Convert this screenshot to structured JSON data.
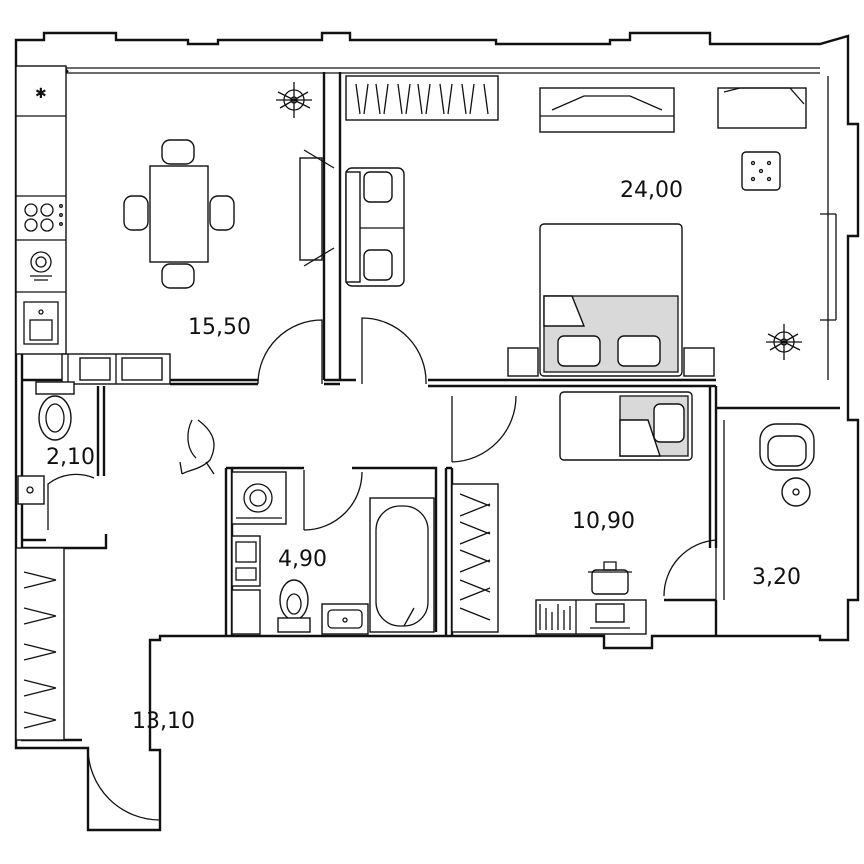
{
  "rooms": {
    "kitchen_area": "15,50",
    "bedroom_area": "24,00",
    "toilet_area": "2,10",
    "bathroom_area": "4,90",
    "child_room_area": "10,90",
    "balcony_area": "3,20",
    "hall_area": "13,10"
  },
  "colors": {
    "walls": "#111111",
    "bed_fill": "#d9d9d9",
    "background": "#ffffff"
  },
  "icons": {
    "fridge": "snowflake-icon",
    "plants": "plant-icon",
    "cat": "cat-icon"
  }
}
